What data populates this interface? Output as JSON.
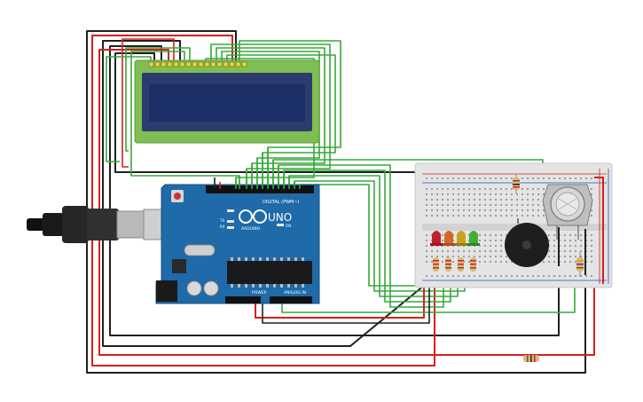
{
  "board": {
    "logo_text": "UNO",
    "brand_text": "ARDUINO",
    "digital_header": "DIGITAL (PWM~)",
    "power_label": "POWER",
    "analog_label": "ANALOG IN",
    "on_label": "ON",
    "tx_label": "TX",
    "rx_label": "RX"
  },
  "colors": {
    "board_blue": "#1f6aa8",
    "lcd_green": "#7fbe52",
    "lcd_screen": "#1c2f66",
    "wire_green": "#37a83a",
    "wire_red": "#d42020",
    "wire_black": "#202020",
    "breadboard": "#e4e4e4",
    "led_red": "#c0202a",
    "led_orange": "#d4682a",
    "led_yellow": "#c9a21d",
    "led_green": "#3fae3a"
  },
  "icons": {
    "usb": "usb-cable-icon",
    "buzzer": "buzzer-icon",
    "gas_sensor": "gas-sensor-icon",
    "infinity_logo": "arduino-logo-icon"
  }
}
